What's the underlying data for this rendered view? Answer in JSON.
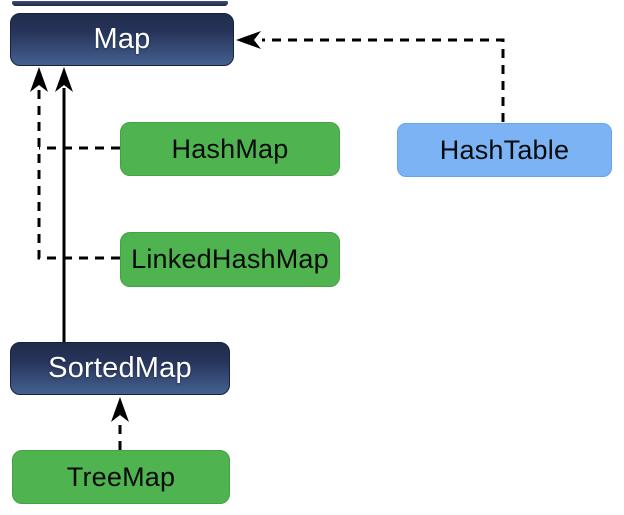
{
  "diagram": {
    "description": "Java Map interface hierarchy diagram",
    "nodes": [
      {
        "id": "map",
        "label": "Map",
        "style": "navy"
      },
      {
        "id": "hashmap",
        "label": "HashMap",
        "style": "green"
      },
      {
        "id": "hashtable",
        "label": "HashTable",
        "style": "blue"
      },
      {
        "id": "linkedhashmap",
        "label": "LinkedHashMap",
        "style": "green"
      },
      {
        "id": "sortedmap",
        "label": "SortedMap",
        "style": "navy"
      },
      {
        "id": "treemap",
        "label": "TreeMap",
        "style": "green"
      }
    ],
    "connections": [
      {
        "from": "hashmap",
        "to": "map",
        "line": "dashed",
        "arrow": "up"
      },
      {
        "from": "linkedhashmap",
        "to": "map",
        "line": "dashed",
        "arrow": "up"
      },
      {
        "from": "sortedmap",
        "to": "map",
        "line": "solid",
        "arrow": "up"
      },
      {
        "from": "hashtable",
        "to": "map",
        "line": "dashed",
        "arrow": "left"
      },
      {
        "from": "treemap",
        "to": "sortedmap",
        "line": "dashed",
        "arrow": "up"
      }
    ],
    "colors": {
      "navy_top": "#1f2c4b",
      "navy_bottom": "#44608f",
      "green": "#4fb350",
      "blue": "#7bb3f4",
      "line": "#000000"
    }
  }
}
